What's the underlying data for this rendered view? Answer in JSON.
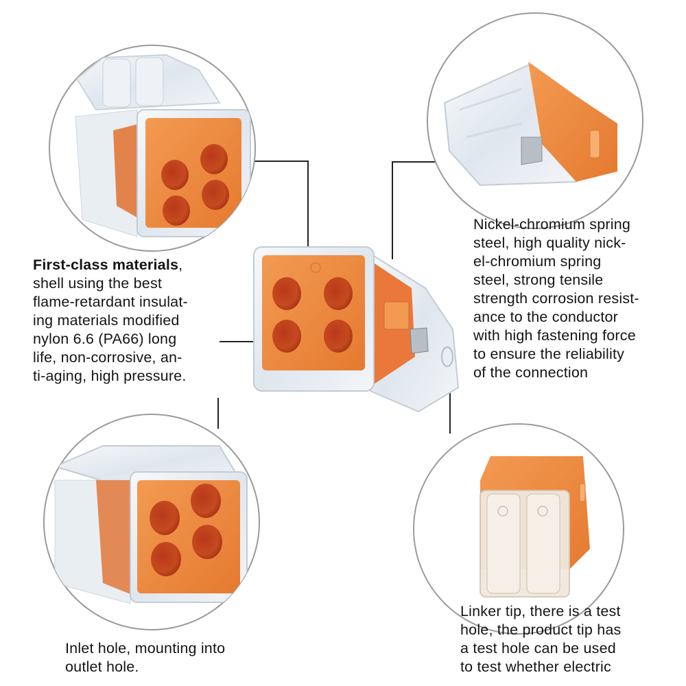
{
  "callouts": {
    "materials": {
      "title": "First-class materials",
      "title_suffix": ",",
      "lines": [
        "shell using the best",
        "flame-retardant insulat-",
        "ing materials modified",
        "nylon 6.6 (PA66) long",
        "life, non-corrosive, an-",
        "ti-aging, high pressure."
      ]
    },
    "spring": {
      "lines": [
        "Nickel-chromium spring",
        "steel, high quality nick-",
        "el-chromium spring",
        "steel, strong tensile",
        "strength corrosion resist-",
        "ance to the conductor",
        "with high fastening force",
        "to ensure the reliability",
        "of the connection"
      ]
    },
    "inlet": {
      "lines": [
        "Inlet hole, mounting into",
        "outlet hole."
      ]
    },
    "tip": {
      "lines": [
        "Linker tip, there is a test",
        "hole, the product tip has",
        "a test hole can be used",
        "to test whether electric"
      ]
    }
  },
  "colors": {
    "orange": "#f0893e",
    "orange_dark": "#c85a1e",
    "hole": "#c4461c",
    "clear_shell": "#e6ecf2",
    "circle_border": "#9a9a9a",
    "leader": "#222222"
  },
  "icons": [
    "connector-front-image",
    "connector-side-image",
    "connector-top-image",
    "connector-angled-image",
    "connector-center-image"
  ]
}
